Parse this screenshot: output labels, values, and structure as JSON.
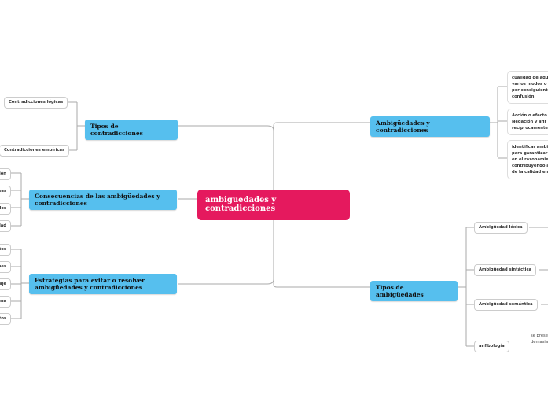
{
  "central": {
    "title": "ambiguedades y contradicciones",
    "color": "#e5195e"
  },
  "accent": "#56bfee",
  "right": [
    {
      "title": "Ambigüedades y contradicciones",
      "children": [
        [
          "cualidad de aqu",
          "varios modos o",
          "por consiguient",
          "confusión"
        ],
        [
          "Acción o efecto",
          "Negación y afir",
          "recíprocamente"
        ],
        [
          "identificar ambi",
          "para garantizar",
          "en el razonamie",
          "contribuyendo a",
          "de la calidad en"
        ]
      ]
    },
    {
      "title": "Tipos de ambigüedades",
      "children": [
        "Ambigüedad léxica",
        "Ambigüedad sintáctica",
        "Ambigüedad semántica",
        "anfibología"
      ],
      "note": [
        "se prese",
        "demasia"
      ]
    }
  ],
  "left": [
    {
      "title": "Tipos de contradicciones",
      "children": [
        "Contradicciones lógicas",
        "Contradicciones empíricas"
      ]
    },
    {
      "title": "Consecuencias de las ambigüedades y contradicciones",
      "children": [
        "ión",
        "eas",
        "dos",
        "dad"
      ]
    },
    {
      "title": "Estrategias para evitar o resolver ambigüedades y contradicciones",
      "children": [
        "tos",
        "nes",
        "aje",
        "ma",
        "tos"
      ]
    }
  ]
}
